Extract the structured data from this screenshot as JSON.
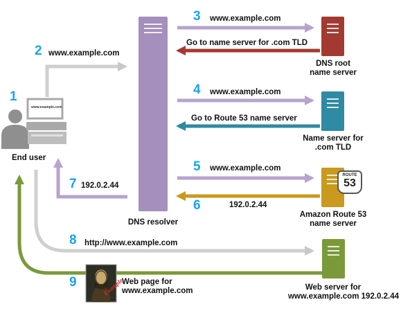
{
  "end_user": {
    "label": "End user",
    "monitor_text": "www.example.com"
  },
  "resolver": {
    "label": "DNS resolver"
  },
  "root_server": {
    "label_line1": "DNS root",
    "label_line2": "name server"
  },
  "tld_server": {
    "label_line1": "Name server for",
    "label_line2": ".com TLD"
  },
  "route53": {
    "label_line1": "Amazon Route 53",
    "label_line2": "name server",
    "badge_top": "ROUTE",
    "badge_num": "53"
  },
  "web_server": {
    "label_line1": "Web server for",
    "label_line2": "www.example.com 192.0.2.44"
  },
  "web_page": {
    "label_line1": "Web page for",
    "label_line2": "www.example.com"
  },
  "steps": [
    {
      "num": "1",
      "text": ""
    },
    {
      "num": "2",
      "text": "www.example.com"
    },
    {
      "num": "3",
      "text": "www.example.com"
    },
    {
      "num": "",
      "text": "Go to name server for .com TLD"
    },
    {
      "num": "4",
      "text": "www.example.com"
    },
    {
      "num": "",
      "text": "Go to Route 53 name server"
    },
    {
      "num": "5",
      "text": "www.example.com"
    },
    {
      "num": "6",
      "text": "192.0.2.44"
    },
    {
      "num": "7",
      "text": "192.0.2.44"
    },
    {
      "num": "8",
      "text": "http://www.example.com"
    },
    {
      "num": "9",
      "text": ""
    }
  ],
  "colors": {
    "resolver": "#a48fbd",
    "root": "#a33a32",
    "tld": "#2f8aa3",
    "route53": "#c99a1e",
    "web": "#7a9a3a",
    "gray_arrow": "#c8c8c8",
    "step_number": "#1aa3e8"
  }
}
